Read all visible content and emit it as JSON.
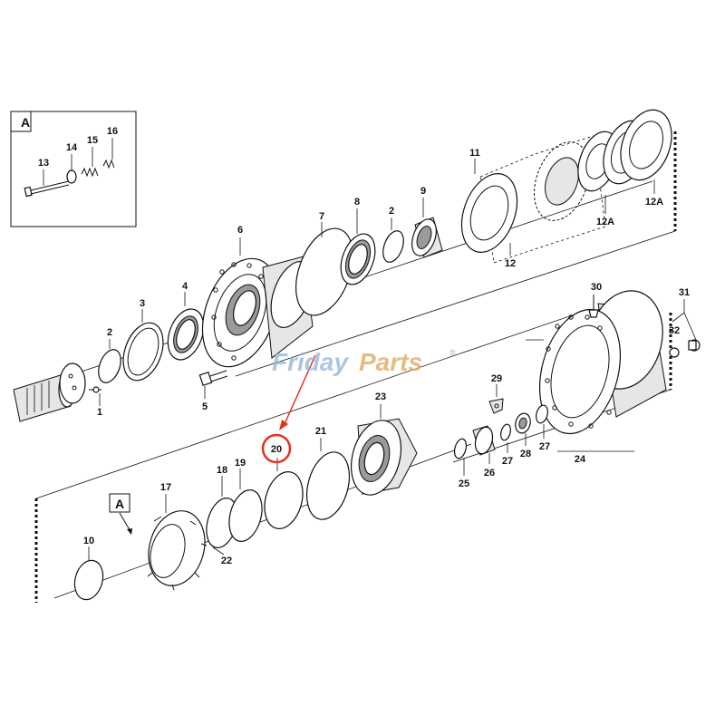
{
  "callouts": {
    "c1": "1",
    "c2a": "2",
    "c2b": "2",
    "c3": "3",
    "c4": "4",
    "c5": "5",
    "c6": "6",
    "c7": "7",
    "c8": "8",
    "c9": "9",
    "c10": "10",
    "c11": "11",
    "c12": "12",
    "c12a1": "12A",
    "c12a2": "12A",
    "c13": "13",
    "c14": "14",
    "c15": "15",
    "c16": "16",
    "c17": "17",
    "c18": "18",
    "c19": "19",
    "c20": "20",
    "c21": "21",
    "c22": "22",
    "c23": "23",
    "c24": "24",
    "c25": "25",
    "c26": "26",
    "c27a": "27",
    "c27b": "27",
    "c28": "28",
    "c29": "29",
    "c30": "30",
    "c31": "31",
    "c32": "32"
  },
  "inset": {
    "label": "A"
  },
  "ref_marker": {
    "label": "A"
  },
  "watermark": {
    "part1": "Friday",
    "part2": "Parts",
    "mark": "®"
  },
  "highlight": {
    "part": "20",
    "color": "#e0341c"
  }
}
